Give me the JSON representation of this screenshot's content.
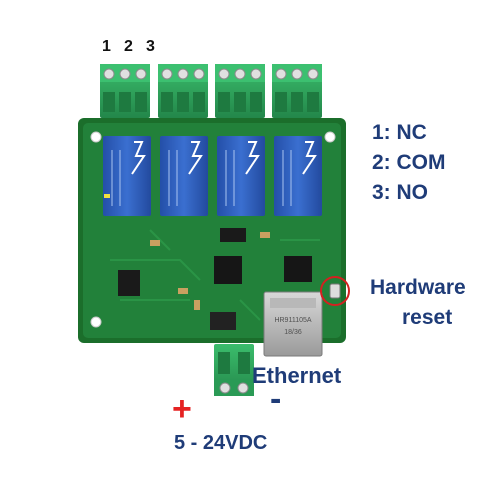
{
  "pin_numbers": [
    "1",
    "2",
    "3"
  ],
  "legend": [
    {
      "label": "1: NC"
    },
    {
      "label": "2: COM"
    },
    {
      "label": "3: NO"
    }
  ],
  "callouts": {
    "reset_line1": "Hardware",
    "reset_line2": "reset",
    "ethernet": "Ethernet"
  },
  "power": {
    "plus": "+",
    "minus": "-",
    "voltage": "5 - 24VDC"
  },
  "board_texts": {
    "eth_jack_line1": "HR911105A",
    "eth_jack_line2": "18/36"
  },
  "colors": {
    "pcb": "#1e7a30",
    "terminal": "#2fa55c",
    "relay": "#2d5fbe",
    "label_blue": "#1f3c78",
    "plus_red": "#e52222",
    "reset_ring": "#d42020"
  }
}
